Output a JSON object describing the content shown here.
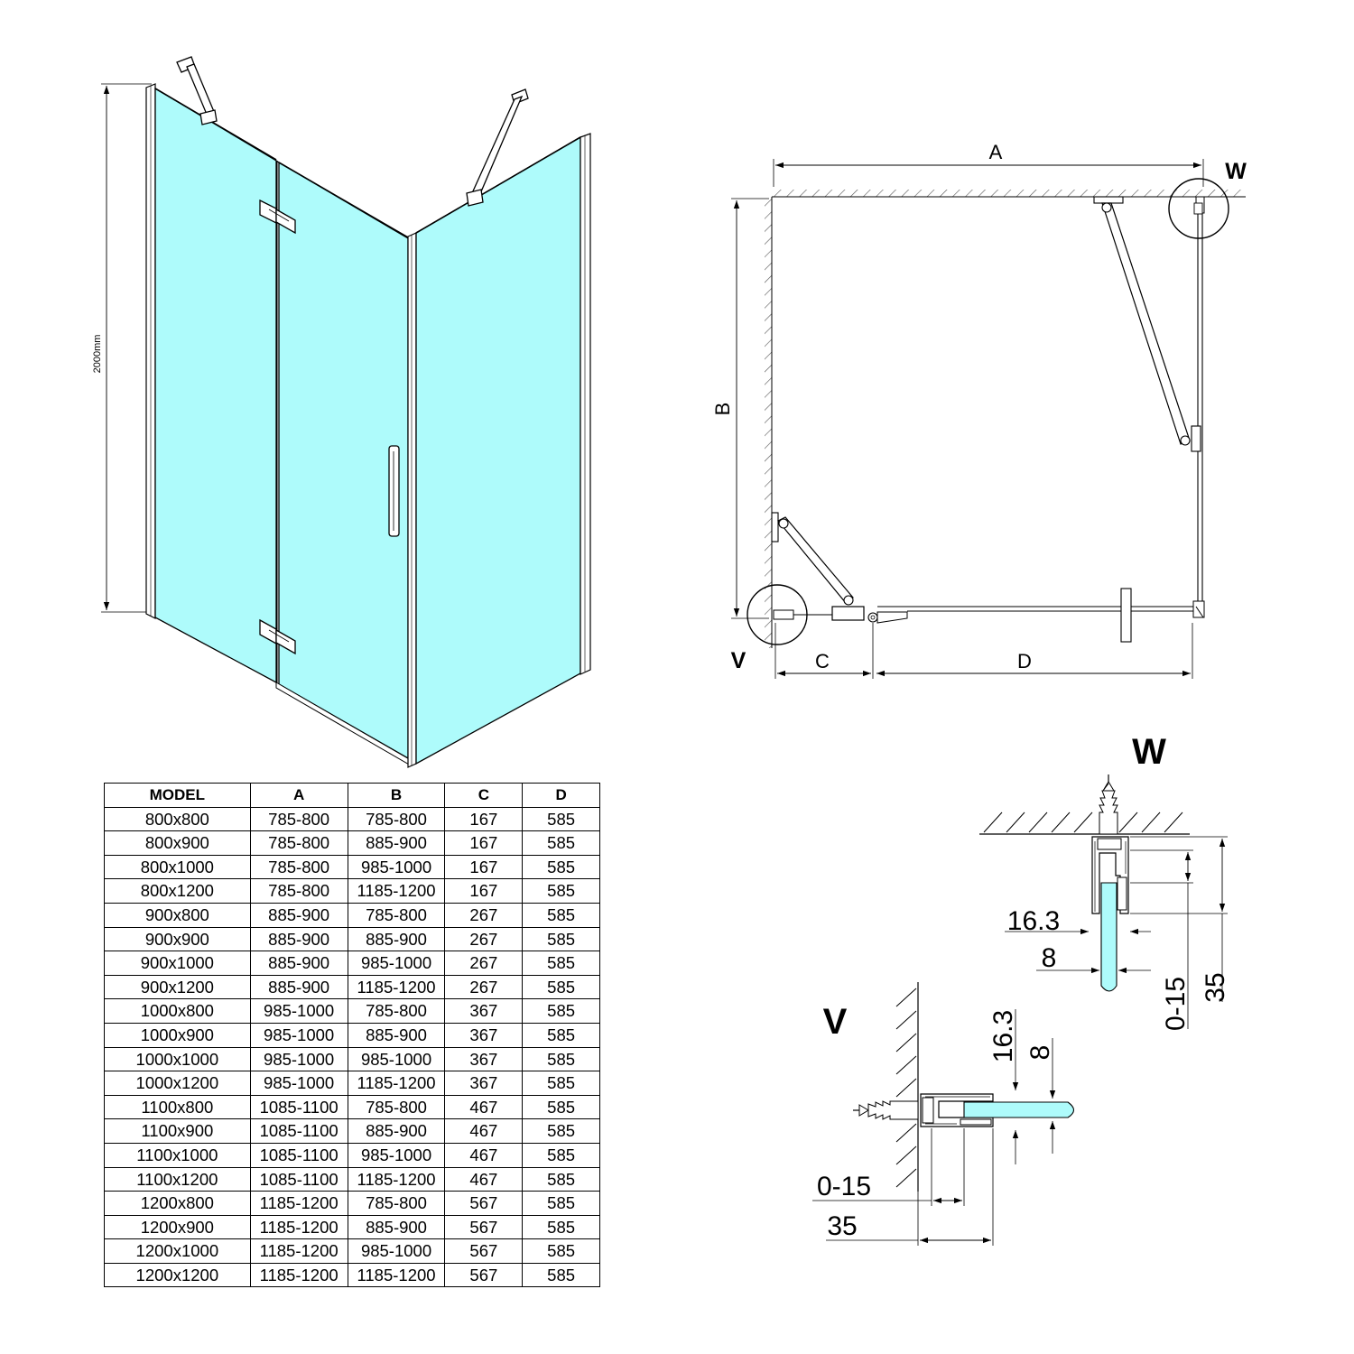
{
  "iso_view": {
    "height_label": "2000mm"
  },
  "plan_view": {
    "dim_a": "A",
    "dim_b": "B",
    "dim_c": "C",
    "dim_d": "D",
    "detail_w": "W",
    "detail_v": "V"
  },
  "detail_w": {
    "title": "W",
    "dim_16_3": "16.3",
    "dim_8": "8",
    "dim_0_15": "0-15",
    "dim_35": "35"
  },
  "detail_v": {
    "title": "V",
    "dim_16_3": "16.3",
    "dim_8": "8",
    "dim_0_15": "0-15",
    "dim_35": "35"
  },
  "colors": {
    "glass": "#aefbfb",
    "line": "#000000",
    "frame": "#e8e8e8"
  },
  "table": {
    "headers": [
      "MODEL",
      "A",
      "B",
      "C",
      "D"
    ],
    "rows": [
      [
        "800x800",
        "785-800",
        "785-800",
        "167",
        "585"
      ],
      [
        "800x900",
        "785-800",
        "885-900",
        "167",
        "585"
      ],
      [
        "800x1000",
        "785-800",
        "985-1000",
        "167",
        "585"
      ],
      [
        "800x1200",
        "785-800",
        "1185-1200",
        "167",
        "585"
      ],
      [
        "900x800",
        "885-900",
        "785-800",
        "267",
        "585"
      ],
      [
        "900x900",
        "885-900",
        "885-900",
        "267",
        "585"
      ],
      [
        "900x1000",
        "885-900",
        "985-1000",
        "267",
        "585"
      ],
      [
        "900x1200",
        "885-900",
        "1185-1200",
        "267",
        "585"
      ],
      [
        "1000x800",
        "985-1000",
        "785-800",
        "367",
        "585"
      ],
      [
        "1000x900",
        "985-1000",
        "885-900",
        "367",
        "585"
      ],
      [
        "1000x1000",
        "985-1000",
        "985-1000",
        "367",
        "585"
      ],
      [
        "1000x1200",
        "985-1000",
        "1185-1200",
        "367",
        "585"
      ],
      [
        "1100x800",
        "1085-1100",
        "785-800",
        "467",
        "585"
      ],
      [
        "1100x900",
        "1085-1100",
        "885-900",
        "467",
        "585"
      ],
      [
        "1100x1000",
        "1085-1100",
        "985-1000",
        "467",
        "585"
      ],
      [
        "1100x1200",
        "1085-1100",
        "1185-1200",
        "467",
        "585"
      ],
      [
        "1200x800",
        "1185-1200",
        "785-800",
        "567",
        "585"
      ],
      [
        "1200x900",
        "1185-1200",
        "885-900",
        "567",
        "585"
      ],
      [
        "1200x1000",
        "1185-1200",
        "985-1000",
        "567",
        "585"
      ],
      [
        "1200x1200",
        "1185-1200",
        "1185-1200",
        "567",
        "585"
      ]
    ]
  }
}
